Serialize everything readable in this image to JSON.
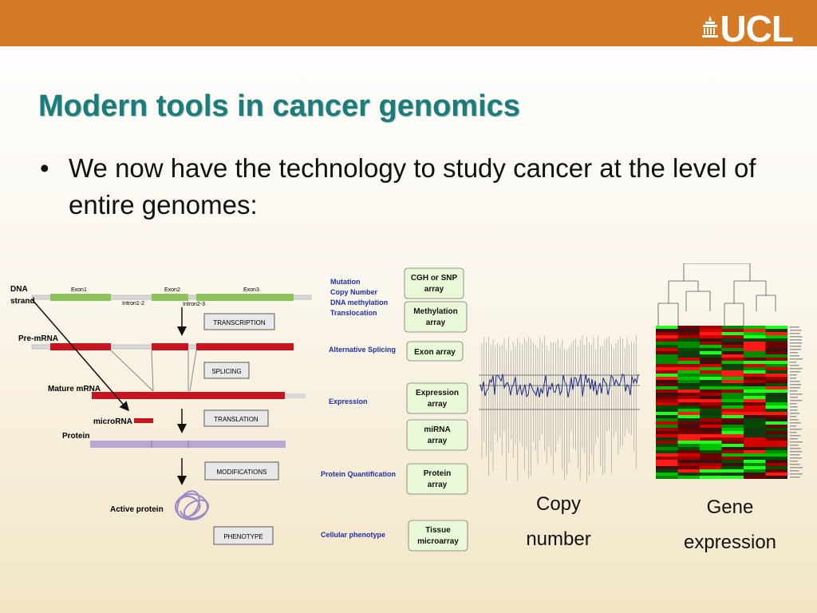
{
  "header": {
    "logo_text": "UCL",
    "brand_color": "#d57a25"
  },
  "slide": {
    "title": "Modern tools in cancer genomics",
    "bullet": "We now have the technology to study cancer at the level of entire genomes:"
  },
  "diagram": {
    "dna_label": "DNA",
    "strand_label": "strand",
    "exon1": "Exon1",
    "exon2": "Exon2",
    "exon3": "Exon3",
    "intron12": "Intron1-2",
    "intron23": "Intron2-3",
    "pre_mrna": "Pre-mRNA",
    "mature_mrna": "Mature mRNA",
    "microrna": "microRNA",
    "protein": "Protein",
    "active_protein": "Active protein",
    "steps": [
      "TRANSCRIPTION",
      "SPLICING",
      "TRANSLATION",
      "MODIFICATIONS",
      "PHENOTYPE"
    ],
    "events": {
      "mutation": "Mutation",
      "copy_number": "Copy Number",
      "dna_methylation": "DNA methylation",
      "translocation": "Translocation",
      "alternative_splicing": "Alternative Splicing",
      "expression": "Expression",
      "protein_quantification": "Protein Quantification",
      "cellular_phenotype": "Cellular phenotype"
    },
    "arrays": {
      "cgh_1": "CGH or SNP",
      "cgh_2": "array",
      "meth_1": "Methylation",
      "meth_2": "array",
      "exon_1": "Exon array",
      "expr_1": "Expression",
      "expr_2": "array",
      "mirna_1": "miRNA",
      "mirna_2": "array",
      "prot_1": "Protein",
      "prot_2": "array",
      "tissue_1": "Tissue",
      "tissue_2": "microarray"
    }
  },
  "captions": {
    "copy_1": "Copy",
    "copy_2": "number",
    "gene_1": "Gene",
    "gene_2": "expression"
  },
  "colors": {
    "title": "#1b7c7a",
    "exon_green": "#8dc35a",
    "mrna_red": "#c8141e",
    "event_blue": "#1f2fb0",
    "protein_purple": "#b7a6d6"
  }
}
